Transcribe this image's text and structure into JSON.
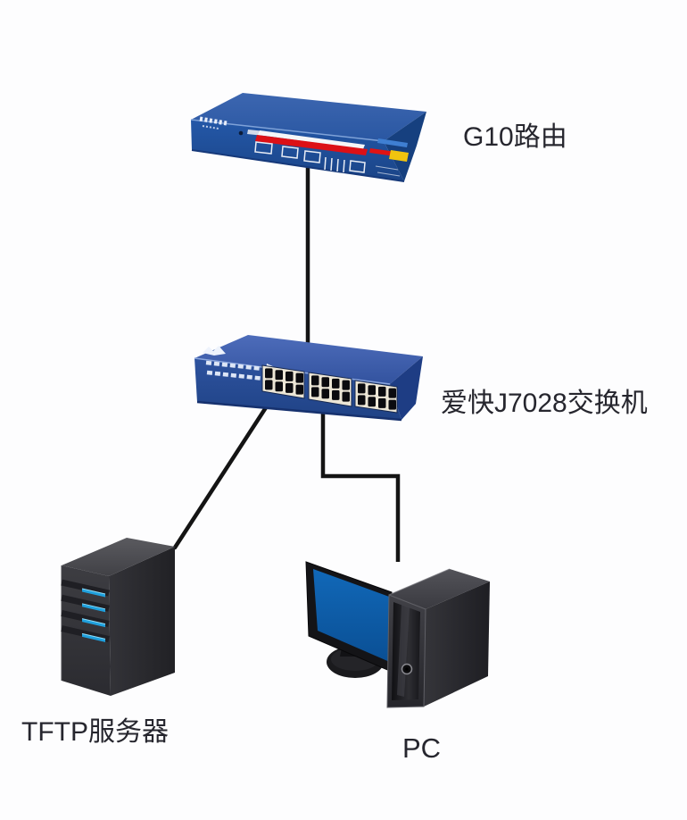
{
  "page": {
    "background": "#fdfdfe"
  },
  "diagram": {
    "type": "network-topology",
    "nodes": [
      {
        "id": "router",
        "type": "router",
        "label": "G10路由"
      },
      {
        "id": "switch",
        "type": "switch-24-port",
        "label": "爱快J7028交换机"
      },
      {
        "id": "tftp-server",
        "type": "tower-server",
        "label": "TFTP服务器"
      },
      {
        "id": "pc",
        "type": "desktop-computer",
        "label": "PC"
      }
    ],
    "connections": [
      {
        "from": "router",
        "to": "switch",
        "style": "straight-vertical"
      },
      {
        "from": "switch",
        "to": "tftp-server",
        "style": "diagonal"
      },
      {
        "from": "switch",
        "to": "pc",
        "style": "elbow"
      }
    ],
    "colors": {
      "device_blue_top": "#4565b2",
      "device_blue_front": "#27509f",
      "device_blue_side": "#1b3f82",
      "stripe_white": "#f5f6f8",
      "stripe_red": "#dc1016",
      "accent_yellow": "#f1c40f",
      "cable_black": "#141414",
      "server_led_blue": "#1fa0dd",
      "screen_blue": "#0d5fae",
      "server_gray": "#343439",
      "port_panel_cream": "#ece6d6",
      "label_text": "#26262e"
    }
  }
}
